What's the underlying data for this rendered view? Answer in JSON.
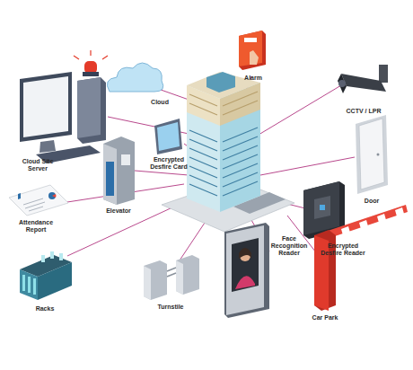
{
  "diagram": {
    "nodes": [
      {
        "text": [
          "Cloud Site Server"
        ]
      },
      {
        "text": [
          "Cloud"
        ]
      },
      {
        "text": [
          "Alarm"
        ]
      },
      {
        "text": [
          "CCTV / LPR"
        ]
      },
      {
        "text": [
          "Encrypted Desfire Card"
        ]
      },
      {
        "text": [
          "Elevator"
        ]
      },
      {
        "text": [
          "Door"
        ]
      },
      {
        "text": [
          "Attendance Report"
        ]
      },
      {
        "text": [
          "Encrypted Desfire Reader"
        ]
      },
      {
        "text": [
          "Face Recognition Reader"
        ]
      },
      {
        "text": [
          "Racks"
        ]
      },
      {
        "text": [
          "Turnstile"
        ]
      },
      {
        "text": [
          "Car Park"
        ]
      }
    ]
  }
}
